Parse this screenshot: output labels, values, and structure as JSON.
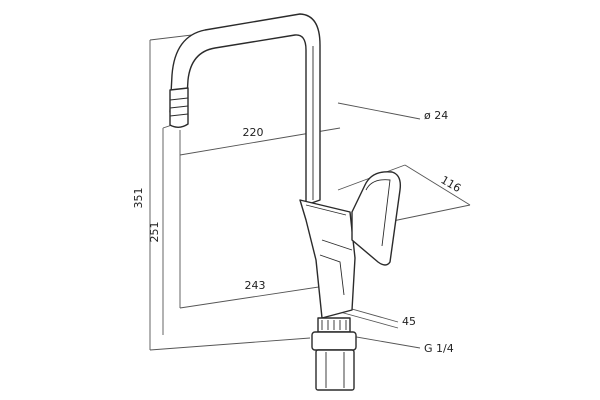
{
  "colors": {
    "line": "#2b2b2b",
    "dimension": "#555555",
    "background": "#ffffff"
  },
  "dimensions": {
    "overall_height": "351",
    "spout_height": "251",
    "spout_reach": "220",
    "base_to_outlet": "243",
    "pipe_diameter": "ø 24",
    "handle_width": "116",
    "body_offset": "45",
    "thread": "G 1/4"
  }
}
